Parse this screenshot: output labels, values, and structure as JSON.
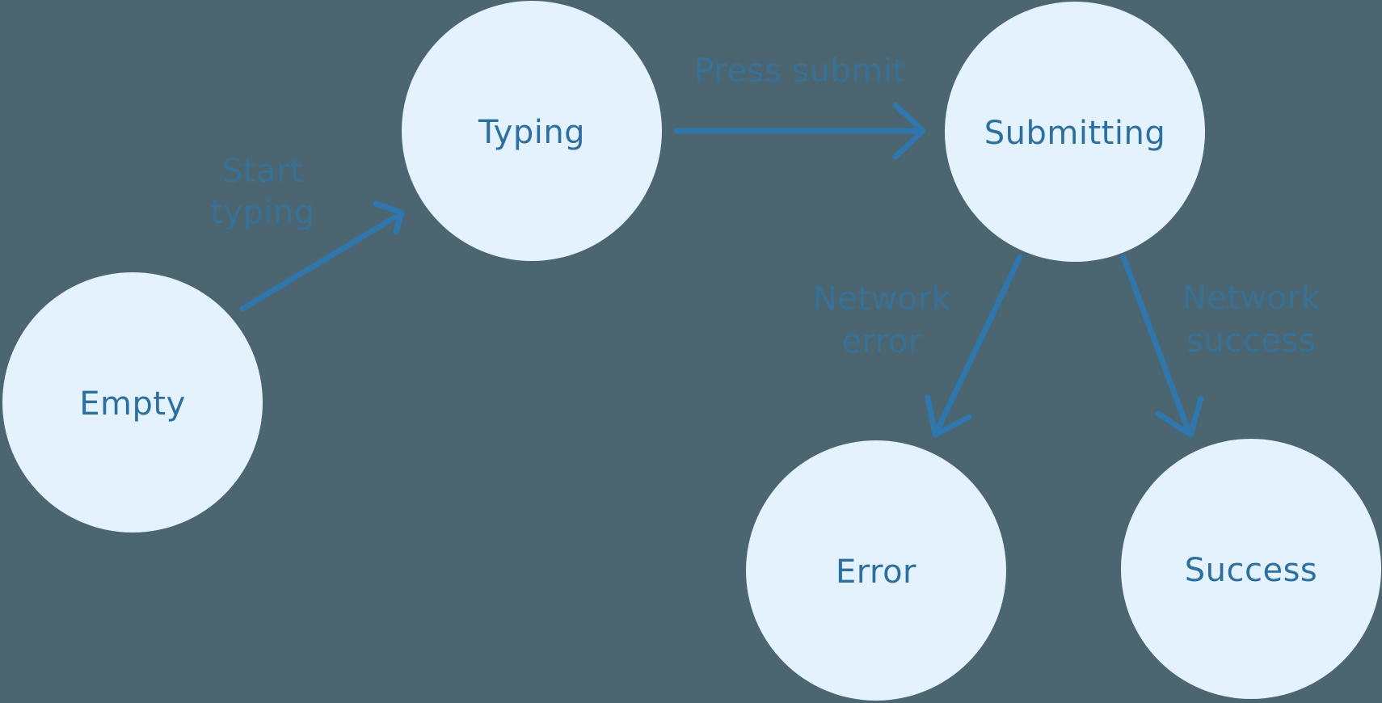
{
  "diagram": {
    "type": "state-machine",
    "colors": {
      "background": "#4b6571",
      "node-fill": "#e3f2fc",
      "node-text": "#2d6f9f",
      "arrow": "#2e76ab",
      "edge-label": "#35749f"
    }
  },
  "states": [
    {
      "id": "empty",
      "label": "Empty"
    },
    {
      "id": "typing",
      "label": "Typing"
    },
    {
      "id": "submitting",
      "label": "Submitting"
    },
    {
      "id": "error",
      "label": "Error"
    },
    {
      "id": "success",
      "label": "Success"
    }
  ],
  "transitions": [
    {
      "from": "empty",
      "to": "typing",
      "label": "Start typing",
      "label_lines": [
        "Start",
        "typing"
      ]
    },
    {
      "from": "typing",
      "to": "submitting",
      "label": "Press submit",
      "label_lines": [
        "Press submit"
      ]
    },
    {
      "from": "submitting",
      "to": "error",
      "label": "Network error",
      "label_lines": [
        "Network",
        "error"
      ]
    },
    {
      "from": "submitting",
      "to": "success",
      "label": "Network success",
      "label_lines": [
        "Network",
        "success"
      ]
    }
  ]
}
